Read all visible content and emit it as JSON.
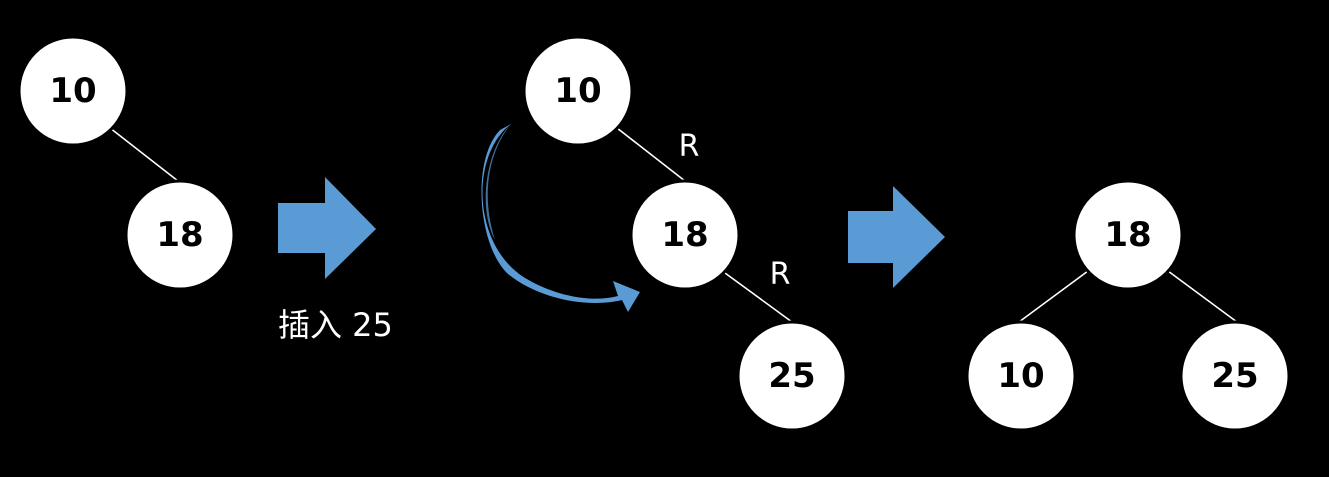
{
  "diagram": {
    "colors": {
      "background": "#000000",
      "node_fill": "#ffffff",
      "node_text": "#000000",
      "edge": "#ffffff",
      "arrow": "#5b9bd5",
      "arrow_dark": "#41719c"
    },
    "step1": {
      "root": "10",
      "child": "18"
    },
    "step1_to_step2": {
      "caption": "插入 25"
    },
    "step2": {
      "root": "10",
      "middle": "18",
      "leaf": "25",
      "edge_label_upper": "R",
      "edge_label_lower": "R"
    },
    "step3": {
      "root": "18",
      "left": "10",
      "right": "25"
    }
  }
}
